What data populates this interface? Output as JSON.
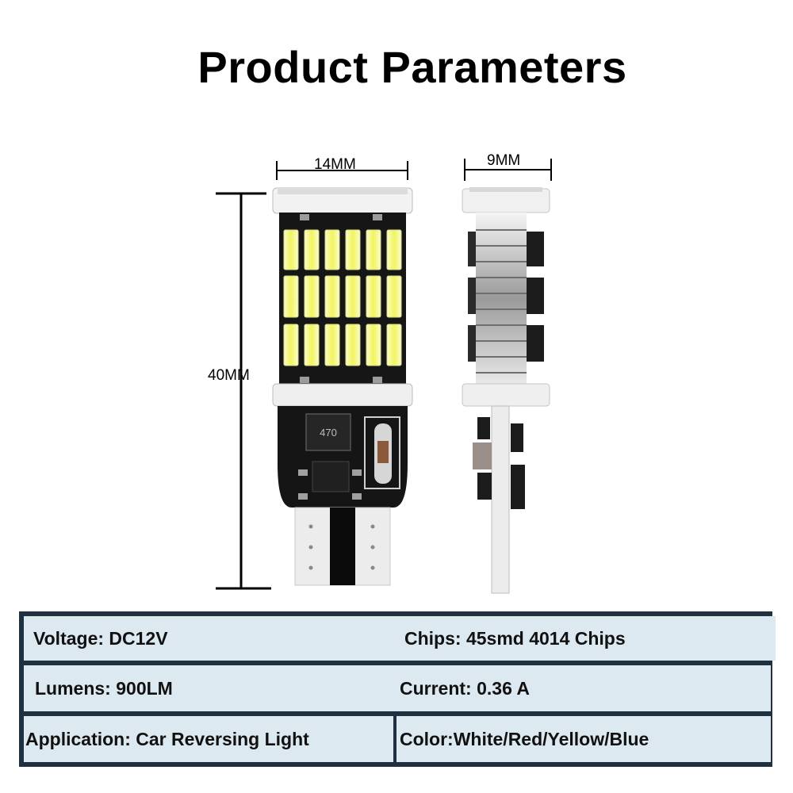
{
  "title": "Product Parameters",
  "dimensions": {
    "width_front": "14MM",
    "width_side": "9MM",
    "height": "40MM"
  },
  "led_label": "470",
  "specs": [
    {
      "label": "Voltage: DC12V"
    },
    {
      "label": "Chips: 45smd 4014 Chips"
    },
    {
      "label": "Lumens: 900LM"
    },
    {
      "label": "Current: 0.36 A"
    },
    {
      "label": "Application: Car Reversing Light"
    },
    {
      "label": "Color:White/Red/Yellow/Blue"
    }
  ],
  "colors": {
    "table_border": "#1f3140",
    "table_cell": "#dde9f0",
    "pcb": "#1a1a1a",
    "led_chip": "#f2f59a",
    "socket": "#eeeeee"
  }
}
